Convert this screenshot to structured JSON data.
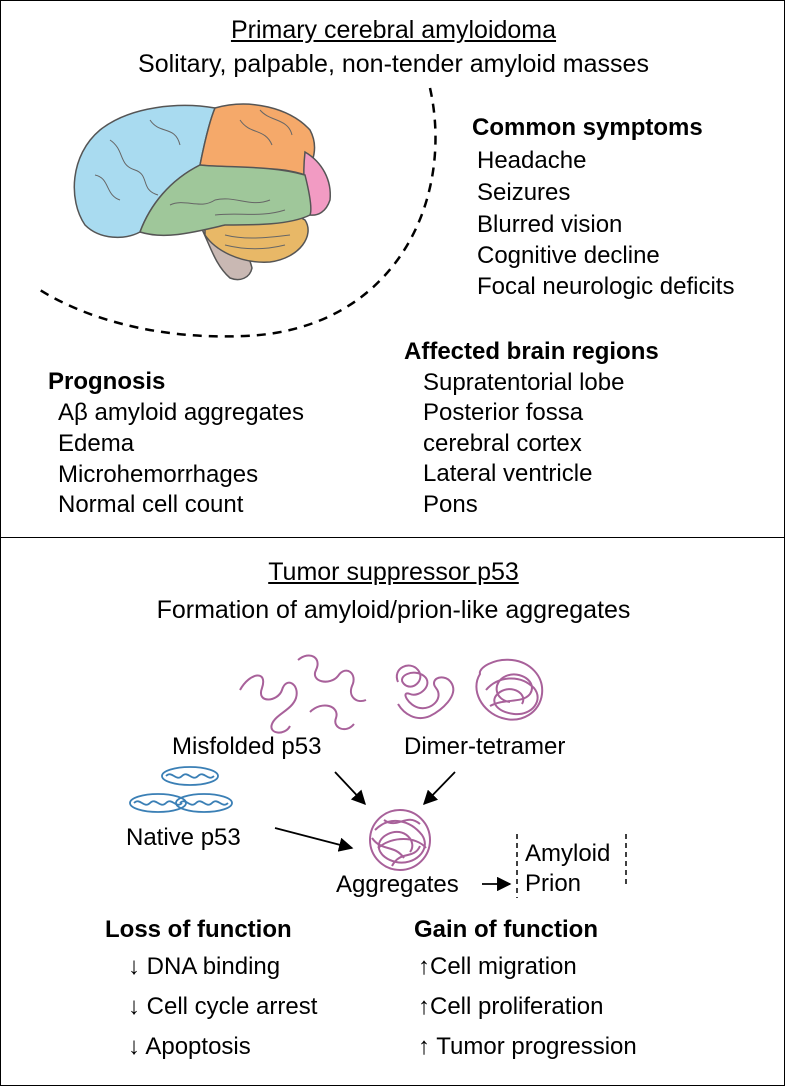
{
  "top": {
    "title": "Primary cerebral amyloidoma",
    "subtitle": "Solitary, palpable, non-tender amyloid masses",
    "symptoms": {
      "heading": "Common symptoms",
      "items": [
        "Headache",
        "Seizures",
        "Blurred vision",
        "Cognitive decline",
        "Focal neurologic deficits"
      ]
    },
    "regions": {
      "heading": "Affected brain regions",
      "items": [
        "Supratentorial lobe",
        "Posterior fossa",
        "cerebral cortex",
        "Lateral ventricle",
        "Pons"
      ]
    },
    "prognosis": {
      "heading": "Prognosis",
      "items": [
        "Aβ amyloid aggregates",
        "Edema",
        "Microhemorrhages",
        "Normal cell count"
      ]
    },
    "brain_colors": {
      "frontal": "#a9dbf0",
      "parietal": "#f5a96a",
      "occipital": "#f29bc3",
      "temporal": "#9fc79a",
      "cerebellum": "#e8b867",
      "brainstem": "#c9b8b3"
    }
  },
  "bottom": {
    "title": "Tumor suppressor p53",
    "subtitle": "Formation of amyloid/prion-like aggregates",
    "labels": {
      "misfolded": "Misfolded p53",
      "dimer": "Dimer-tetramer",
      "native": "Native p53",
      "aggregates": "Aggregates",
      "amyloid": "Amyloid",
      "prion": "Prion"
    },
    "loss": {
      "heading": "Loss of function",
      "items": [
        {
          "arrow": "↓",
          "text": "DNA binding"
        },
        {
          "arrow": "↓",
          "text": "Cell cycle arrest"
        },
        {
          "arrow": "↓",
          "text": "Apoptosis"
        }
      ]
    },
    "gain": {
      "heading": "Gain of function",
      "items": [
        {
          "arrow": "↑",
          "text": "Cell migration"
        },
        {
          "arrow": "↑",
          "text": "Cell proliferation"
        },
        {
          "arrow": "↑",
          "text": "Tumor progression"
        }
      ]
    },
    "protein_color": "#a8619a",
    "native_color": "#3a7fb5"
  }
}
